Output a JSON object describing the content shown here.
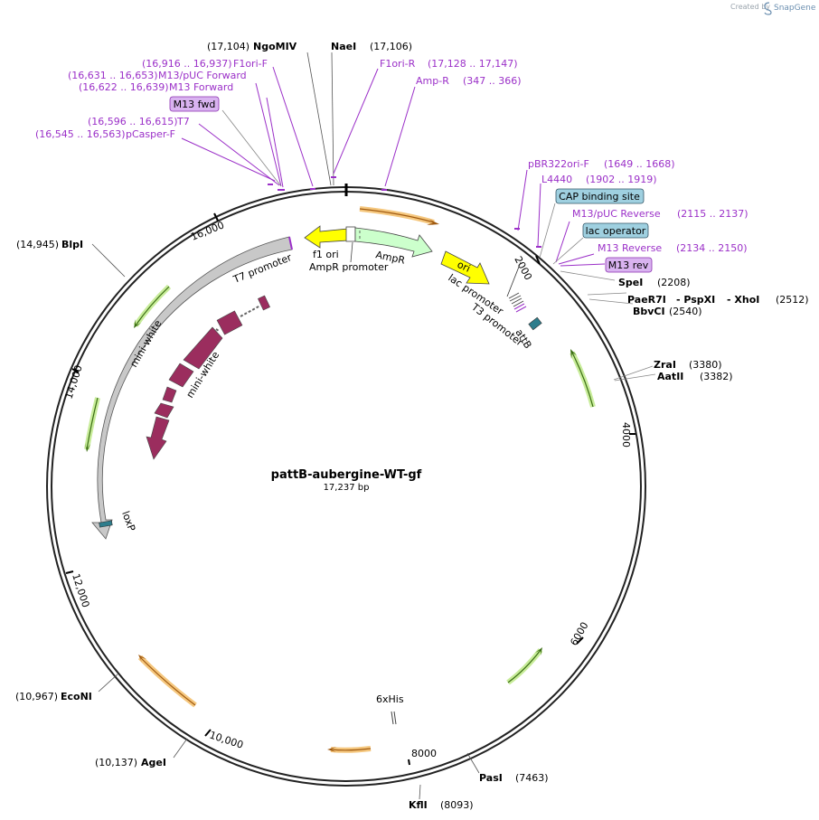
{
  "credit": {
    "prefix": "Created by",
    "brand": "SnapGene"
  },
  "plasmid": {
    "name": "pattB-aubergine-WT-gf",
    "size": "17,237 bp"
  },
  "ticks": [
    "2000",
    "4000",
    "6000",
    "8000",
    "10,000",
    "12,000",
    "14,000",
    "16,000"
  ],
  "enzymes": {
    "ngomiv": {
      "name": "NgoMIV",
      "pos": "(17,104)"
    },
    "naei": {
      "name": "NaeI",
      "pos": "(17,106)"
    },
    "blpi": {
      "name": "BlpI",
      "pos": "(14,945)"
    },
    "spei": {
      "name": "SpeI",
      "pos": "(2208)"
    },
    "paer7i": {
      "name": "PaeR7I",
      "pos": "(2512)"
    },
    "pspxi": {
      "name": "- PspXI"
    },
    "xhoi": {
      "name": "- XhoI"
    },
    "bbvci": {
      "name": "BbvCI",
      "pos": "(2540)"
    },
    "zrai": {
      "name": "ZraI",
      "pos": "(3380)"
    },
    "aatii": {
      "name": "AatII",
      "pos": "(3382)"
    },
    "pasi": {
      "name": "PasI",
      "pos": "(7463)"
    },
    "kfli": {
      "name": "KflI",
      "pos": "(8093)"
    },
    "agei": {
      "name": "AgeI",
      "pos": "(10,137)"
    },
    "econi": {
      "name": "EcoNI",
      "pos": "(10,967)"
    }
  },
  "primers": {
    "f1ori_f": {
      "range": "(16,916 .. 16,937)",
      "name": "F1ori-F"
    },
    "m13puc_fwd": {
      "range": "(16,631 .. 16,653)",
      "name": "M13/pUC Forward"
    },
    "m13_fwd": {
      "range": "(16,622 .. 16,639)",
      "name": "M13 Forward"
    },
    "m13_fwd_box": {
      "name": "M13 fwd"
    },
    "t7": {
      "range": "(16,596 .. 16,615)",
      "name": "T7"
    },
    "pcasper_f": {
      "range": "(16,545 .. 16,563)",
      "name": "pCasper-F"
    },
    "f1ori_r": {
      "name": "F1ori-R",
      "range": "(17,128 .. 17,147)"
    },
    "amp_r": {
      "name": "Amp-R",
      "range": "(347 .. 366)"
    },
    "pbr322ori_f": {
      "name": "pBR322ori-F",
      "range": "(1649 .. 1668)"
    },
    "l4440": {
      "name": "L4440",
      "range": "(1902 .. 1919)"
    },
    "m13puc_rev": {
      "name": "M13/pUC Reverse",
      "range": "(2115 .. 2137)"
    },
    "m13_reverse": {
      "name": "M13 Reverse",
      "range": "(2134 .. 2150)"
    },
    "m13_rev_box": {
      "name": "M13 rev"
    }
  },
  "boxed_features": {
    "cap": "CAP binding site",
    "lac_operator": "lac operator"
  },
  "features": {
    "f1ori": "f1 ori",
    "ampr_promoter": "AmpR promoter",
    "ampr": "AmpR",
    "ori": "ori",
    "lac_promoter": "lac promoter",
    "t3_promoter": "T3 promoter",
    "attb": "attB",
    "t7_promoter": "T7 promoter",
    "mini_white_outer": "mini-white",
    "mini_white_inner": "mini-white",
    "loxp": "loxP",
    "sixhis": "6xHis"
  },
  "colors": {
    "primer": "#9b30c8",
    "primer_box": "#d9b3f0",
    "feature_box": "#9fd0e0",
    "f1ori": "#ffff00",
    "ampr": "#ccffcc",
    "mini_white_outer": "#c8c8c8",
    "mini_white_inner": "#9b2d5e",
    "attb": "#2e7d8c",
    "orange_arrow": "#f5c77e",
    "green_arrow": "#8fd24a"
  }
}
